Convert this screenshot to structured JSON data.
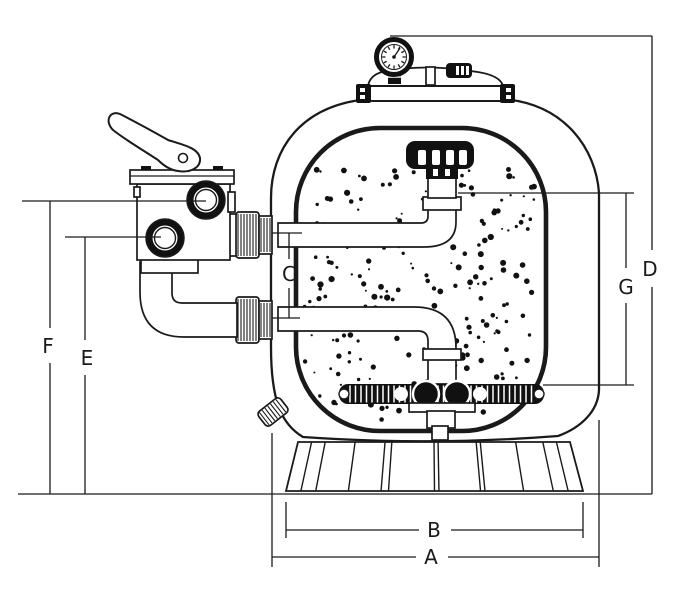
{
  "diagram": {
    "title": "sand-filter-dimension-diagram",
    "labels": {
      "A": "A",
      "B": "B",
      "C": "C",
      "D": "D",
      "E": "E",
      "F": "F",
      "G": "G"
    },
    "colors": {
      "line": "#1a1a1a",
      "dark_fill": "#111111",
      "background": "#ffffff"
    }
  }
}
